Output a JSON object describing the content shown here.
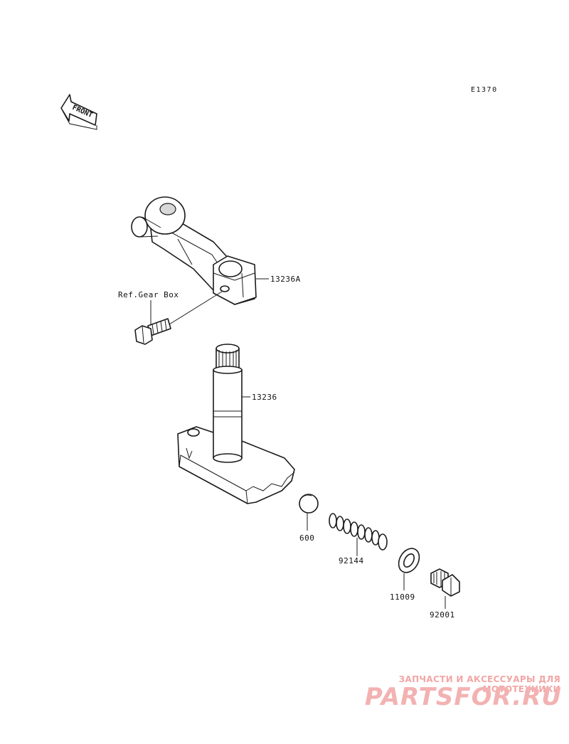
{
  "diagram_code": "E1370",
  "front_arrow_label": "FRONT",
  "parts": {
    "shift_lever": "13236A",
    "ref_gear_box": "Ref.Gear Box",
    "shaft_plate": "13236",
    "ball": "600",
    "spring": "92144",
    "washer": "11009",
    "bolt": "92001"
  },
  "watermark": {
    "tagline": "ЗАПЧАСТИ И АКСЕССУАРЫ ДЛЯ МОТОТЕХНИКИ",
    "logo": "PARTSFOR.RU"
  }
}
